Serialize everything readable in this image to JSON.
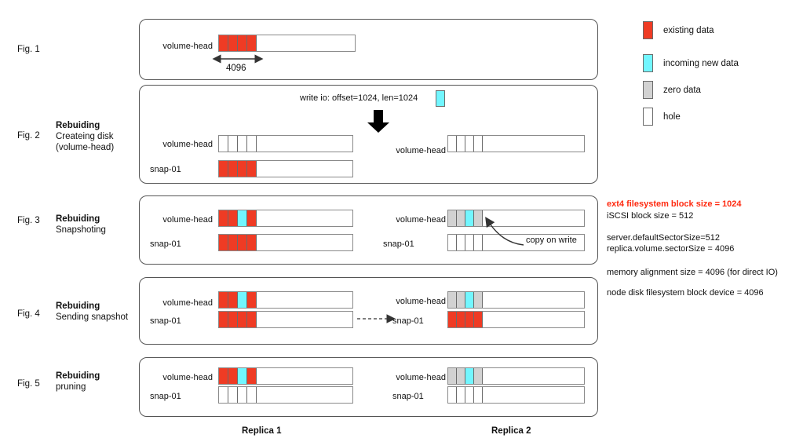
{
  "figures": [
    {
      "fig": "Fig. 1",
      "stage_title": "",
      "stage_sub": "",
      "dimension_label": "4096",
      "rows_r1": [
        {
          "label": "volume-head",
          "segments": [
            "red",
            "red",
            "red",
            "red",
            "tail"
          ]
        }
      ],
      "rows_r2": []
    },
    {
      "fig": "Fig. 2",
      "stage_title": "Rebuiding",
      "stage_sub": "Createing disk\n(volume-head)",
      "write_io": "write io: offset=1024, len=1024",
      "rows_r1": [
        {
          "label": "volume-head",
          "segments": [
            "hole",
            "hole",
            "hole",
            "hole",
            "tail"
          ]
        },
        {
          "label": "snap-01",
          "segments": [
            "red",
            "red",
            "red",
            "red",
            "tail"
          ]
        }
      ],
      "rows_r2": [
        {
          "label": "volume-head",
          "segments": [
            "hole",
            "hole",
            "hole",
            "hole",
            "tail"
          ]
        }
      ]
    },
    {
      "fig": "Fig. 3",
      "stage_title": "Rebuiding",
      "stage_sub": "Snapshoting",
      "annotation": "copy on write",
      "rows_r1": [
        {
          "label": "volume-head",
          "segments": [
            "red",
            "red",
            "cyan",
            "red",
            "tail"
          ]
        },
        {
          "label": "snap-01",
          "segments": [
            "red",
            "red",
            "red",
            "red",
            "tail"
          ]
        }
      ],
      "rows_r2": [
        {
          "label": "volume-head",
          "segments": [
            "gray",
            "gray",
            "cyan",
            "gray",
            "tail"
          ]
        },
        {
          "label": "snap-01",
          "segments": [
            "hole",
            "hole",
            "hole",
            "hole",
            "tail"
          ]
        }
      ]
    },
    {
      "fig": "Fig. 4",
      "stage_title": "Rebuiding",
      "stage_sub": "Sending snapshot",
      "rows_r1": [
        {
          "label": "volume-head",
          "segments": [
            "red",
            "red",
            "cyan",
            "red",
            "tail"
          ]
        },
        {
          "label": "snap-01",
          "segments": [
            "red",
            "red",
            "red",
            "red",
            "tail"
          ]
        }
      ],
      "rows_r2": [
        {
          "label": "volume-head",
          "segments": [
            "gray",
            "gray",
            "cyan",
            "gray",
            "tail"
          ]
        },
        {
          "label": "snap-01",
          "segments": [
            "red",
            "red",
            "red",
            "red",
            "tail"
          ]
        }
      ]
    },
    {
      "fig": "Fig. 5",
      "stage_title": "Rebuiding",
      "stage_sub": "pruning",
      "rows_r1": [
        {
          "label": "volume-head",
          "segments": [
            "red",
            "red",
            "cyan",
            "red",
            "tail"
          ]
        },
        {
          "label": "snap-01",
          "segments": [
            "hole",
            "hole",
            "hole",
            "hole",
            "tail"
          ]
        }
      ],
      "rows_r2": [
        {
          "label": "volume-head",
          "segments": [
            "gray",
            "gray",
            "cyan",
            "gray",
            "tail"
          ]
        },
        {
          "label": "snap-01",
          "segments": [
            "hole",
            "hole",
            "hole",
            "hole",
            "tail"
          ]
        }
      ]
    }
  ],
  "fig_labels": {
    "f1": "Fig. 1",
    "f2": "Fig. 2",
    "f3": "Fig. 3",
    "f4": "Fig. 4",
    "f5": "Fig. 5"
  },
  "stages": {
    "f2_title": "Rebuiding",
    "f2_line1": "Createing disk",
    "f2_line2": "(volume-head)",
    "f3_title": "Rebuiding",
    "f3_line1": "Snapshoting",
    "f4_title": "Rebuiding",
    "f4_line1": "Sending snapshot",
    "f5_title": "Rebuiding",
    "f5_line1": "pruning"
  },
  "row_labels": {
    "volume_head": "volume-head",
    "snap01": "snap-01"
  },
  "fig1": {
    "dimension": "4096"
  },
  "fig2": {
    "write_io": "write io: offset=1024, len=1024"
  },
  "fig3": {
    "copy_on_write": "copy on write"
  },
  "legend": {
    "items": [
      {
        "label": "existing data",
        "color": "#ef3b24"
      },
      {
        "label": "incoming new data",
        "color": "#72f6ff"
      },
      {
        "label": "zero data",
        "color": "#d2d2d2"
      },
      {
        "label": "hole",
        "color": "#ffffff"
      }
    ]
  },
  "notes": {
    "l1": "ext4 filesystem block size = 1024",
    "l2": "iSCSI block size = 512",
    "l3": "server.defaultSectorSize=512",
    "l4": "replica.volume.sectorSize = 4096",
    "l5": "memory alignment size = 4096 (for direct IO)",
    "l6": "node disk filesystem block device = 4096",
    "highlight_color": "#ff2a10"
  },
  "footer": {
    "replica1": "Replica 1",
    "replica2": "Replica 2"
  }
}
